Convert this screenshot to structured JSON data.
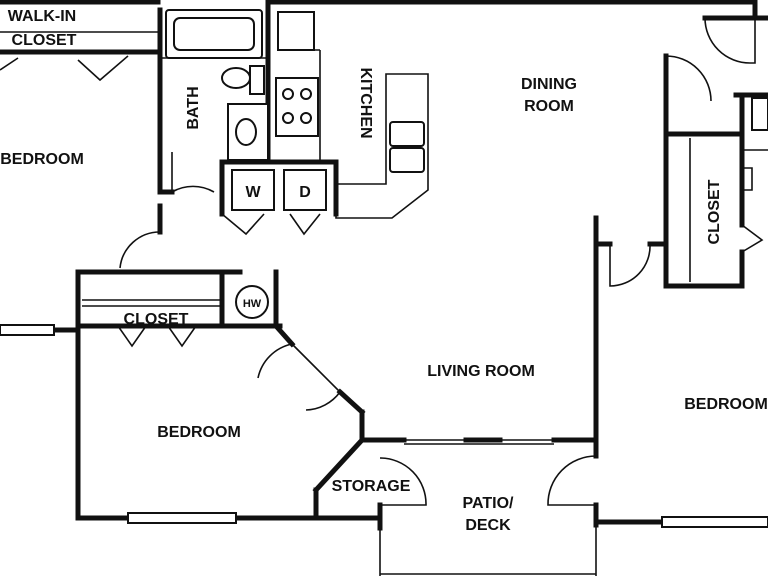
{
  "rooms": {
    "walk_in_closet_line1": "WALK-IN",
    "walk_in_closet_line2": "CLOSET",
    "bath": "BATH",
    "kitchen": "KITCHEN",
    "dining_room_line1": "DINING",
    "dining_room_line2": "ROOM",
    "bedroom_left": "BEDROOM",
    "closet_right": "CLOSET",
    "closet_middle": "CLOSET",
    "living_room": "LIVING ROOM",
    "bedroom_center": "BEDROOM",
    "bedroom_right": "BEDROOM",
    "storage": "STORAGE",
    "patio_line1": "PATIO/",
    "patio_line2": "DECK"
  },
  "fixtures": {
    "washer": "W",
    "dryer": "D",
    "water_heater": "HW"
  }
}
